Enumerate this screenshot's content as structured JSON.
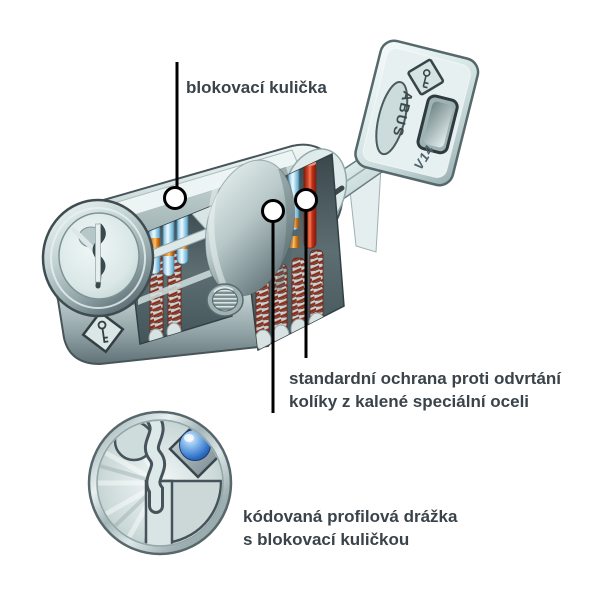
{
  "diagram": {
    "callouts": {
      "blocking_ball": {
        "label": "blokovací kulička"
      },
      "drill_protection": {
        "line1": "standardní ochrana proti odvrtání",
        "line2": "kolíky z kalené speciální oceli"
      },
      "profile_groove": {
        "line1": "kódovaná profilová drážka",
        "line2": "s blokovací kuličkou"
      }
    },
    "branding": {
      "logo_text": "ABUS",
      "key_stamp": "V14"
    },
    "colors": {
      "label_text": "#3a434a",
      "callout_line": "#000000",
      "ball_blue": "#2f6fc8",
      "pin_cyan": "#a9d9ee",
      "pin_red": "#c23a22",
      "driver_orange": "#e8922c",
      "spring_red": "#8a2d1a",
      "metal_light": "#eef5f5",
      "metal_mid": "#b9c9cb",
      "metal_dark": "#68797d"
    }
  }
}
